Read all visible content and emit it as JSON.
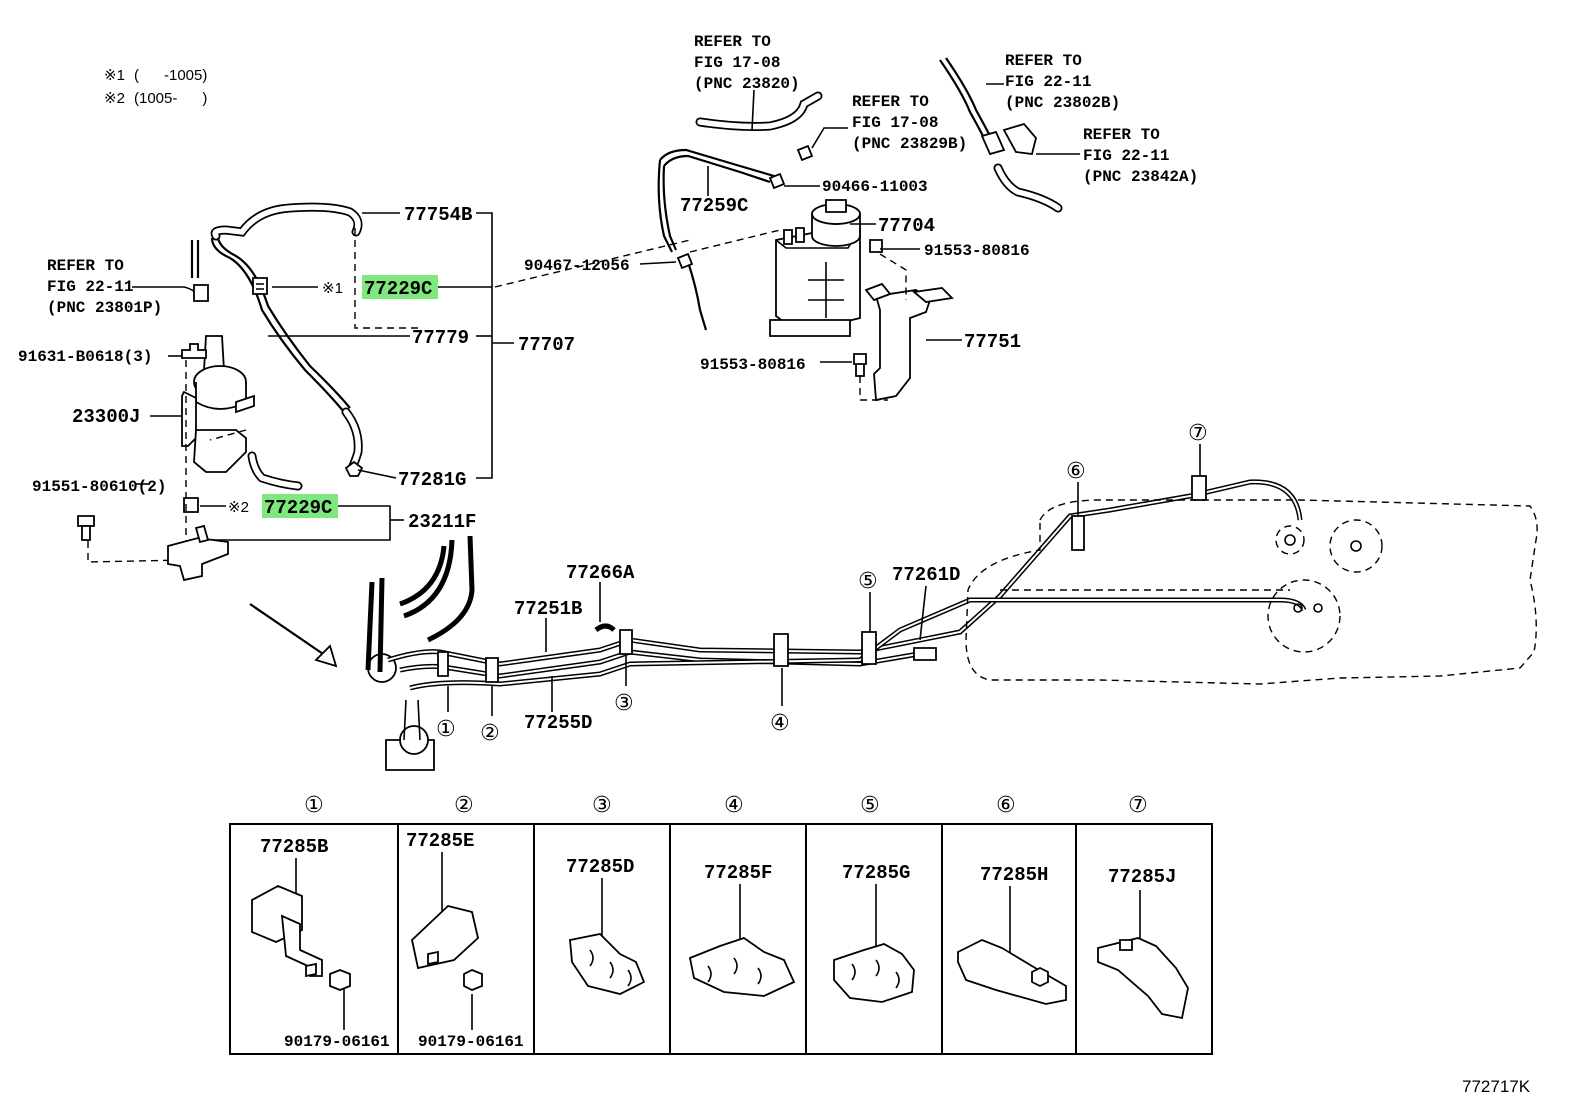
{
  "notes": {
    "n1_mark": "※1",
    "n1_range": "(      -1005)",
    "n2_mark": "※2",
    "n2_range": "(1005-      )"
  },
  "refs": {
    "r1": {
      "l1": "REFER TO",
      "l2": "FIG 17-08",
      "l3": "(PNC 23820)"
    },
    "r2": {
      "l1": "REFER TO",
      "l2": "FIG 17-08",
      "l3": "(PNC 23829B)"
    },
    "r3": {
      "l1": "REFER TO",
      "l2": "FIG 22-11",
      "l3": "(PNC 23802B)"
    },
    "r4": {
      "l1": "REFER TO",
      "l2": "FIG 22-11",
      "l3": "(PNC 23842A)"
    },
    "r5": {
      "l1": "REFER TO",
      "l2": "FIG 22-11",
      "l3": "(PNC 23801P)"
    }
  },
  "labels": {
    "p77754B": "77754B",
    "p77229C_a": "77229C",
    "p77229C_b": "77229C",
    "mark1": "※1",
    "mark2": "※2",
    "p77779": "77779",
    "p77707": "77707",
    "p77281G": "77281G",
    "p91631": "91631-B0618(3)",
    "p23300J": "23300J",
    "p91551": "91551-80610(2)",
    "p23211F": "23211F",
    "p77259C": "77259C",
    "p90466": "90466-11003",
    "p77704": "77704",
    "p91553a": "91553-80816",
    "p90467": "90467-12056",
    "p77751": "77751",
    "p91553b": "91553-80816",
    "p77266A": "77266A",
    "p77251B": "77251B",
    "p77255D": "77255D",
    "p77261D": "77261D"
  },
  "callouts": [
    "①",
    "②",
    "③",
    "④",
    "⑤",
    "⑥",
    "⑦"
  ],
  "clamps": [
    {
      "num": "①",
      "part": "77285B",
      "nut": "90179-06161"
    },
    {
      "num": "②",
      "part": "77285E",
      "nut": "90179-06161"
    },
    {
      "num": "③",
      "part": "77285D",
      "nut": ""
    },
    {
      "num": "④",
      "part": "77285F",
      "nut": ""
    },
    {
      "num": "⑤",
      "part": "77285G",
      "nut": ""
    },
    {
      "num": "⑥",
      "part": "77285H",
      "nut": ""
    },
    {
      "num": "⑦",
      "part": "77285J",
      "nut": ""
    }
  ],
  "figure_id": "772717K",
  "colors": {
    "highlight": "#7ee87e",
    "line": "#000000"
  }
}
